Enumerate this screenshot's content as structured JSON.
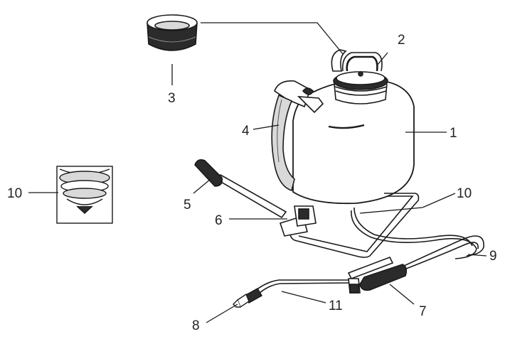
{
  "diagram": {
    "title": "",
    "colors": {
      "line": "#1a1a1a",
      "fill": "#ffffff",
      "shade": "#d9d9d9",
      "dark": "#2b2b2b"
    },
    "callouts": [
      {
        "id": "tank",
        "label": "1"
      },
      {
        "id": "lid",
        "label": "2"
      },
      {
        "id": "filter",
        "label": "3"
      },
      {
        "id": "strap",
        "label": "4"
      },
      {
        "id": "pump-handle",
        "label": "5"
      },
      {
        "id": "pivot",
        "label": "6"
      },
      {
        "id": "trigger",
        "label": "7"
      },
      {
        "id": "nozzle",
        "label": "8"
      },
      {
        "id": "hose",
        "label": "9"
      },
      {
        "id": "base",
        "label": "10"
      },
      {
        "id": "wand",
        "label": "11"
      },
      {
        "id": "inset-base",
        "label": "10"
      }
    ]
  }
}
